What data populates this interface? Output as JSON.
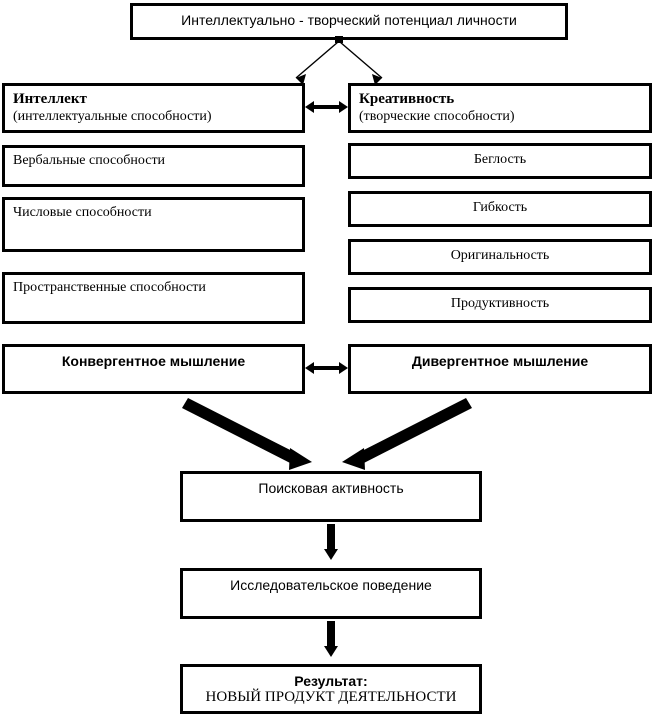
{
  "diagram": {
    "title_box": {
      "label": "Интеллектуально - творческий потенциал личности"
    },
    "intellect": {
      "heading": "Интеллект",
      "subtitle": "(интеллектуальные способности)"
    },
    "creativity": {
      "heading": "Креативность",
      "subtitle": " (творческие способности)"
    },
    "intellect_items": [
      {
        "label": "Вербальные способности"
      },
      {
        "label": "Числовые способности"
      },
      {
        "label": "Пространственные способности"
      }
    ],
    "creativity_items": [
      {
        "label": "Беглость"
      },
      {
        "label": "Гибкость"
      },
      {
        "label": "Оригинальность"
      },
      {
        "label": "Продуктивность"
      }
    ],
    "thinking": {
      "convergent": "Конвергентное мышление",
      "divergent": "Дивергентное мышление"
    },
    "flow": [
      {
        "label": "Поисковая  активность"
      },
      {
        "label": "Исследовательское поведение"
      }
    ],
    "result": {
      "heading": "Результат:",
      "label": "НОВЫЙ ПРОДУКТ ДЕЯТЕЛЬНОСТИ"
    },
    "colors": {
      "stroke": "#000000",
      "fill": "#ffffff",
      "text": "#000000"
    }
  }
}
